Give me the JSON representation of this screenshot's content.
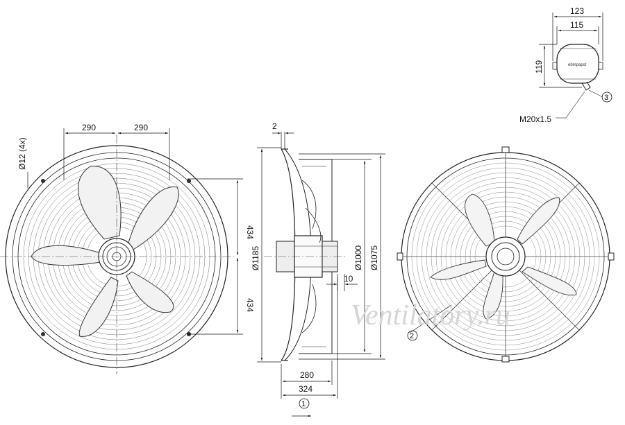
{
  "dimensions": {
    "front_h_left": "290",
    "front_h_right": "290",
    "hole": "Ø12 (4x)",
    "front_v_top": "434",
    "front_v_bottom": "434",
    "side_top": "2",
    "side_d_outer": "Ø1185",
    "side_d_inner": "Ø1000",
    "side_d_mid": "Ø1075",
    "side_offset": "10",
    "side_depth_inner": "280",
    "side_depth_outer": "324",
    "box_w_outer": "123",
    "box_w_inner": "115",
    "box_h": "119",
    "thread": "M20x1.5"
  },
  "callouts": {
    "c1": "1",
    "c2": "2",
    "c3": "3"
  },
  "box_label": "ebmpapst",
  "watermark": "Ventilatory.ru"
}
